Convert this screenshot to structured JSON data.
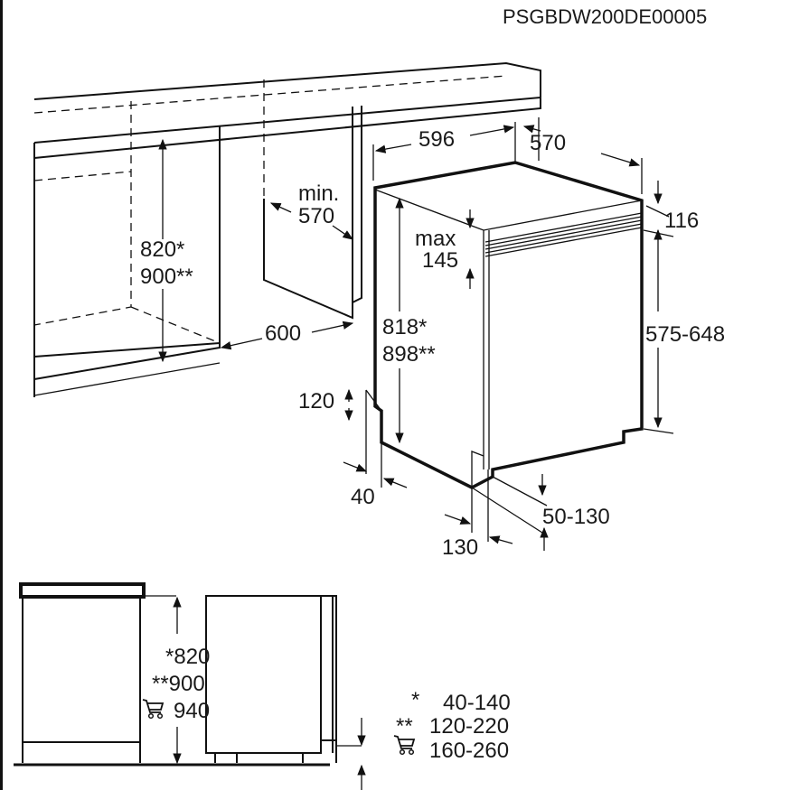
{
  "diagram_code": "PSGBDW200DE00005",
  "dimensions": {
    "width": "596",
    "depth": "570",
    "niche_depth_label": "min.",
    "niche_depth_value": "570",
    "niche_height_1": "820*",
    "niche_height_2": "900**",
    "niche_width": "600",
    "max_label": "max",
    "max_value": "145",
    "top_gap": "116",
    "door_height": "575-648",
    "appliance_height_1": "818*",
    "appliance_height_2": "898**",
    "plinth_height": "120",
    "plinth_offset": "40",
    "door_bottom_gap": "50-130",
    "plinth_depth": "130"
  },
  "side_view": {
    "height_1": "*820",
    "height_2": "**900",
    "height_3": "940",
    "plinth_1_mark": "*",
    "plinth_1": "40-140",
    "plinth_2_mark": "**",
    "plinth_2": "120-220",
    "plinth_3": "160-260"
  },
  "icons": [
    "shopping-cart-icon"
  ]
}
